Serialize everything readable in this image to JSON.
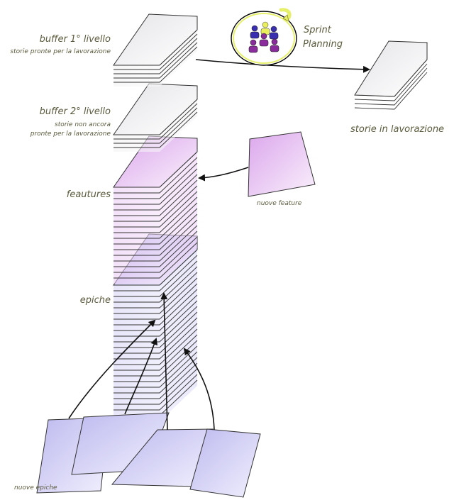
{
  "labels": {
    "buffer1_title": "buffer 1° livello",
    "buffer1_sub": "storie pronte per la lavorazione",
    "buffer2_title": "buffer  2° livello",
    "buffer2_sub1": "storie non ancora",
    "buffer2_sub2": "pronte per la lavorazione",
    "features": "feautures",
    "epiche": "epiche",
    "sprint_line1": "Sprint",
    "sprint_line2": "Planning",
    "storie_lavorazione": "storie in lavorazione",
    "nuove_feature": "nuove feature",
    "nuove_epiche": "nuove epiche"
  },
  "colors": {
    "label_text": "#5b5a3c",
    "sheet_gray": "#e4e4e8",
    "sheet_purple": "#dba6ec",
    "sheet_blue": "#bdb9ef",
    "sprint_circle": "#e6f06a",
    "person_blue": "#3a2fb0",
    "person_purple": "#8a2c9c",
    "person_yellow": "#e9ef5a"
  },
  "icons": {
    "team": "people-group-icon",
    "arrow": "curved-arrow-icon"
  }
}
